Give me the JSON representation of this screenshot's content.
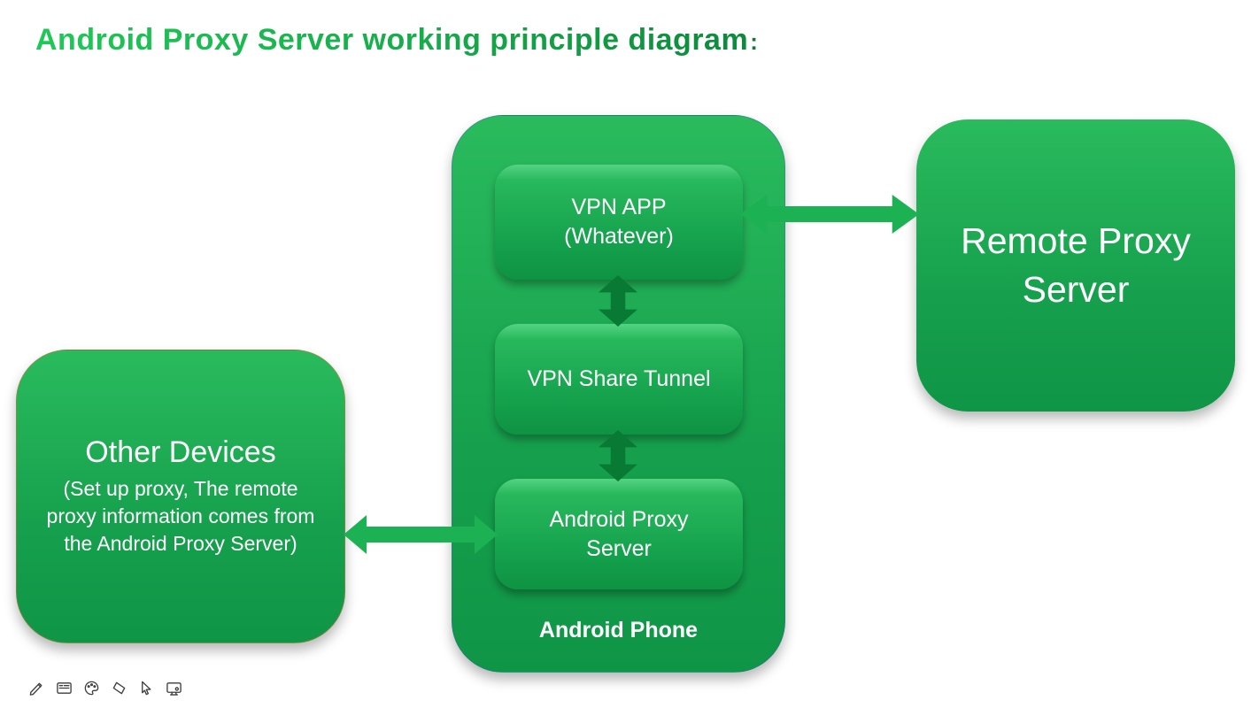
{
  "title": {
    "text": "Android Proxy Server working principle diagram",
    "suffix": ":"
  },
  "phone": {
    "label": "Android Phone",
    "vpn_app": {
      "line1": "VPN APP",
      "line2": "(Whatever)"
    },
    "vpn_tunnel": {
      "label": "VPN Share Tunnel"
    },
    "proxy_server": {
      "label": "Android Proxy Server"
    }
  },
  "remote": {
    "label": "Remote Proxy Server"
  },
  "other": {
    "title": "Other Devices",
    "note": "(Set up proxy,  The remote proxy information comes from the Android Proxy Server)"
  },
  "colors": {
    "box_green_top": "#2abb5d",
    "box_green_bottom": "#0f9546",
    "horizontal_arrow": "#1cb152",
    "vertical_arrow": "#097a33",
    "title_gradient_start": "#1ec957",
    "title_gradient_end": "#0d8a3c"
  },
  "toolbar": {
    "icons": [
      "pen-icon",
      "board-icon",
      "palette-icon",
      "eraser-icon",
      "cursor-icon",
      "screen-settings-icon"
    ]
  }
}
